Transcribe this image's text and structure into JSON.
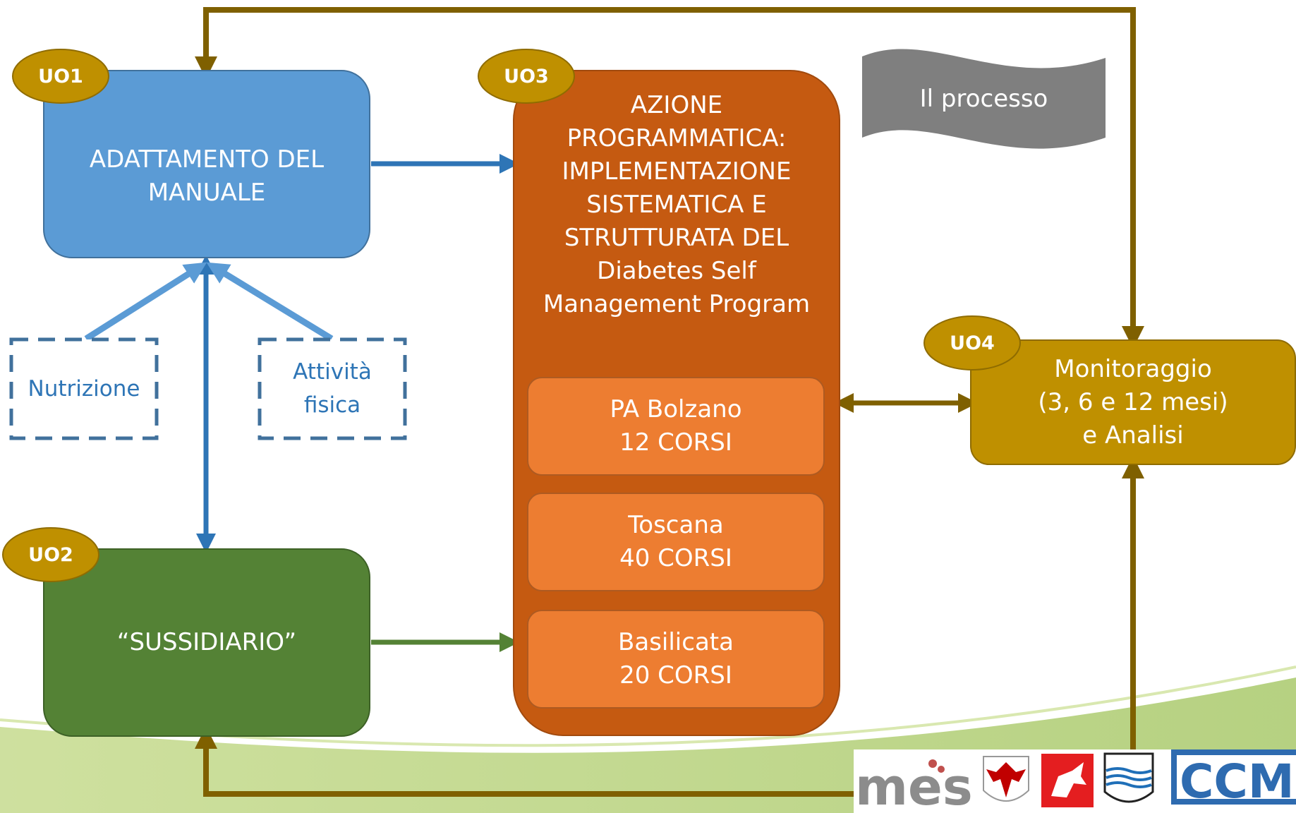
{
  "colors": {
    "uo1_box": "#5b9bd5",
    "uo2_box": "#548235",
    "uo3_box": "#c55a11",
    "uo4_box": "#bf9000",
    "course_box": "#ed7d31",
    "badge": "#bf9000",
    "brown_arrow": "#7f6000",
    "blue_arrow": "#2e75b6",
    "light_blue_arrow": "#5b9bd5",
    "green_arrow": "#548235",
    "banner": "#7f7f7f"
  },
  "banner": {
    "label": "Il processo"
  },
  "uo1": {
    "badge": "UO1",
    "label": "ADATTAMENTO DEL\nMANUALE"
  },
  "uo2": {
    "badge": "UO2",
    "label": "“SUSSIDIARIO”"
  },
  "uo3": {
    "badge": "UO3",
    "label": "AZIONE\nPROGRAMMATICA:\nIMPLEMENTAZIONE\nSISTEMATICA E\nSTRUTTURATA DEL\nDiabetes Self\nManagement Program",
    "courses": [
      {
        "label": "PA Bolzano\n12 CORSI"
      },
      {
        "label": "Toscana\n40 CORSI"
      },
      {
        "label": "Basilicata\n20 CORSI"
      }
    ]
  },
  "uo4": {
    "badge": "UO4",
    "label": "Monitoraggio\n(3, 6 e 12 mesi)\ne Analisi"
  },
  "inputs": {
    "nutrizione": "Nutrizione",
    "attivita": "Attività\nfisica"
  },
  "logos": {
    "mes": "mes",
    "ccm": "CCM",
    "emblems": [
      "bolzano-eagle-emblem",
      "toscana-pegasus-emblem",
      "basilicata-waves-emblem"
    ]
  }
}
